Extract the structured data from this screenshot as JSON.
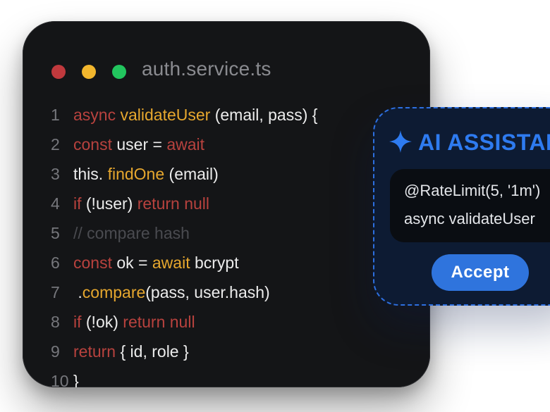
{
  "editor": {
    "filename": "auth.service.ts",
    "window_dots": [
      "red",
      "yellow",
      "green"
    ],
    "lines": [
      {
        "num": "1",
        "tokens": [
          {
            "t": "async ",
            "c": "kw"
          },
          {
            "t": "validateUser",
            "c": "fn"
          },
          {
            "t": " (email, pass) {",
            "c": "pl"
          }
        ]
      },
      {
        "num": "2",
        "tokens": [
          {
            "t": "const",
            "c": "kw"
          },
          {
            "t": " user = ",
            "c": "pl"
          },
          {
            "t": "await",
            "c": "kw"
          }
        ]
      },
      {
        "num": "3",
        "tokens": [
          {
            "t": "this. ",
            "c": "pl"
          },
          {
            "t": "findOne",
            "c": "fn"
          },
          {
            "t": " (email)",
            "c": "pl"
          }
        ]
      },
      {
        "num": "4",
        "tokens": [
          {
            "t": "if",
            "c": "kw"
          },
          {
            "t": " (!user) ",
            "c": "pl"
          },
          {
            "t": "return null",
            "c": "kw"
          }
        ]
      },
      {
        "num": "5",
        "tokens": [
          {
            "t": "// compare hash",
            "c": "cm"
          }
        ]
      },
      {
        "num": "6",
        "tokens": [
          {
            "t": "const",
            "c": "kw"
          },
          {
            "t": " ok = ",
            "c": "pl"
          },
          {
            "t": "await",
            "c": "fn"
          },
          {
            "t": " bcrypt",
            "c": "pl"
          }
        ]
      },
      {
        "num": "7",
        "tokens": [
          {
            "t": " .",
            "c": "pl"
          },
          {
            "t": "compare",
            "c": "fn"
          },
          {
            "t": "(pass, user.hash)",
            "c": "pl"
          }
        ]
      },
      {
        "num": "8",
        "tokens": [
          {
            "t": "if",
            "c": "kw"
          },
          {
            "t": " (!ok) ",
            "c": "pl"
          },
          {
            "t": "return null",
            "c": "kw"
          }
        ]
      },
      {
        "num": "9",
        "tokens": [
          {
            "t": "return",
            "c": "kw"
          },
          {
            "t": " { id, role }",
            "c": "pl"
          }
        ]
      },
      {
        "num": "10",
        "tokens": [
          {
            "t": "}",
            "c": "pl"
          }
        ]
      }
    ]
  },
  "assistant": {
    "icon": "sparkle-icon",
    "title": "AI ASSISTANT",
    "suggestion_line_1": "@RateLimit(5, '1m')",
    "suggestion_line_2": "async validateUser",
    "accept_label": "Accept",
    "accent_color": "#2e7bf0"
  }
}
